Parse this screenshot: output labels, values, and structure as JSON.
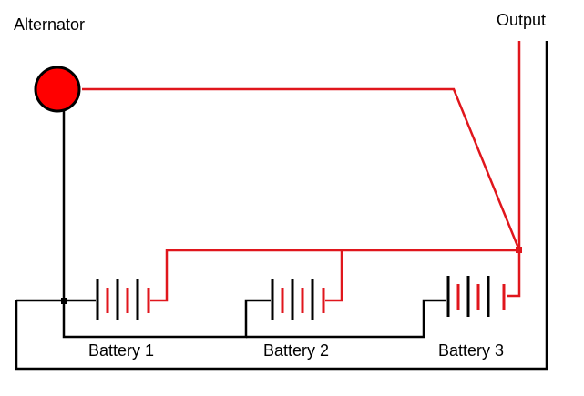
{
  "labels": {
    "alternator": "Alternator",
    "output": "Output",
    "battery_1": "Battery 1",
    "battery_2": "Battery 2",
    "battery_3": "Battery 3"
  },
  "colors": {
    "positive_wire": "#e0161c",
    "negative_wire": "#000000",
    "alternator_fill": "#ff0000"
  }
}
